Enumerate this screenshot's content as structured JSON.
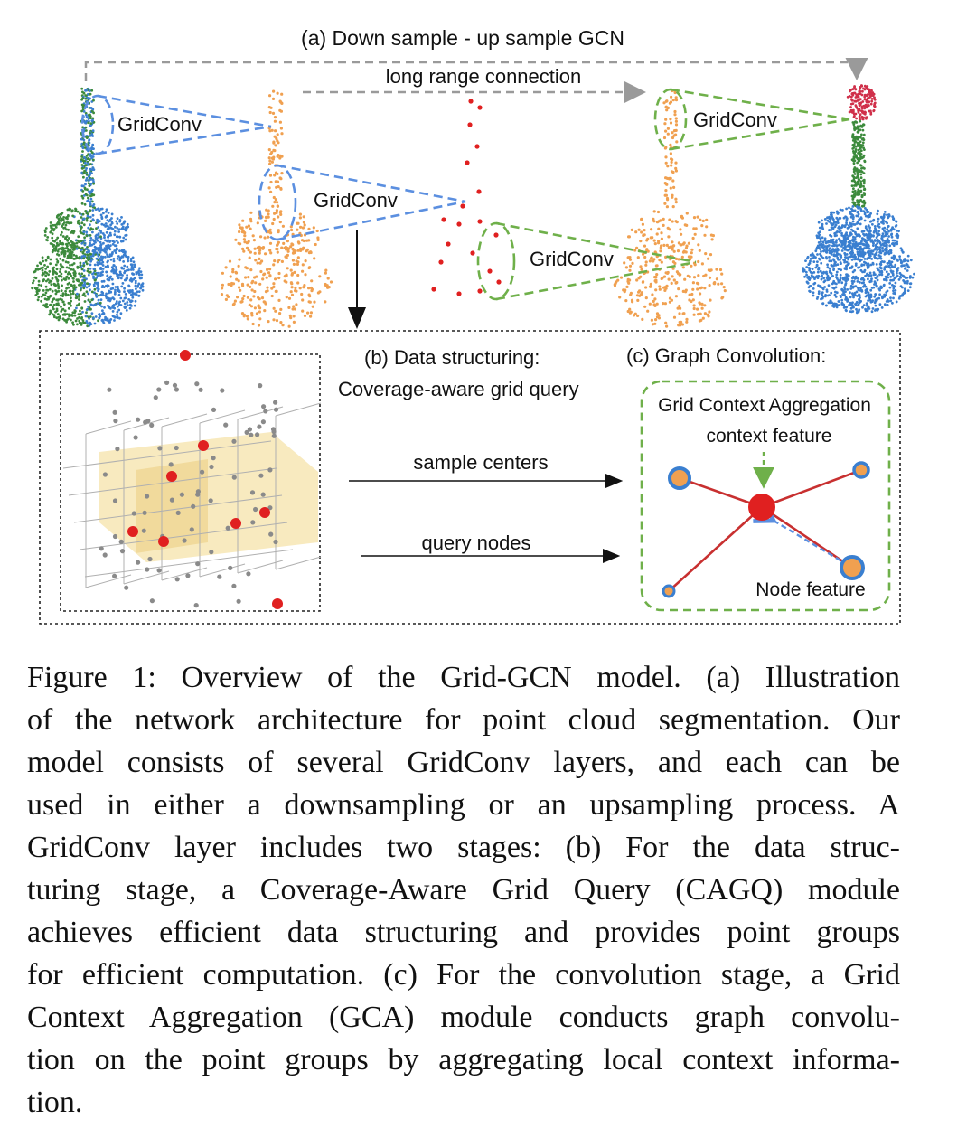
{
  "figure": {
    "title_a": "(a) Down sample - up sample GCN",
    "long_range_label": "long range connection",
    "gridconv_labels": [
      "GridConv",
      "GridConv",
      "GridConv",
      "GridConv"
    ],
    "panel_b_title_line1": "(b) Data structuring:",
    "panel_b_title_line2": "Coverage-aware grid query",
    "panel_c_title": "(c)  Graph Convolution:",
    "gca_label": "Grid Context Aggregation",
    "context_feature_label": "context feature",
    "node_feature_label": "Node feature",
    "sample_centers_label": "sample centers",
    "query_nodes_label": "query nodes",
    "colors": {
      "green": "#3c8a3c",
      "blue": "#3a7fd0",
      "orange": "#f0a050",
      "red": "#e02020",
      "crimson": "#d0304a",
      "gray_arrow": "#9a9a9a",
      "dash_blue": "#5b8fe0",
      "dash_green": "#6fb04a",
      "edge_red": "#c83030",
      "grid_yellow": "#f3d88a"
    }
  },
  "caption": {
    "lines": [
      "Figure 1: Overview of the Grid-GCN model. (a) Illustration",
      "of the network architecture for point cloud segmentation. Our",
      "model consists of several GridConv layers, and each can be",
      "used in either a downsampling or an upsampling process. A",
      "GridConv layer includes two stages: (b) For the data struc-",
      "turing stage, a Coverage-Aware Grid Query (CAGQ) module",
      "achieves efficient data structuring and provides point groups",
      "for efficient computation. (c) For the convolution stage, a Grid",
      "Context Aggregation (GCA) module conducts graph convolu-",
      "tion on the point groups by aggregating local context informa-",
      "tion."
    ]
  }
}
